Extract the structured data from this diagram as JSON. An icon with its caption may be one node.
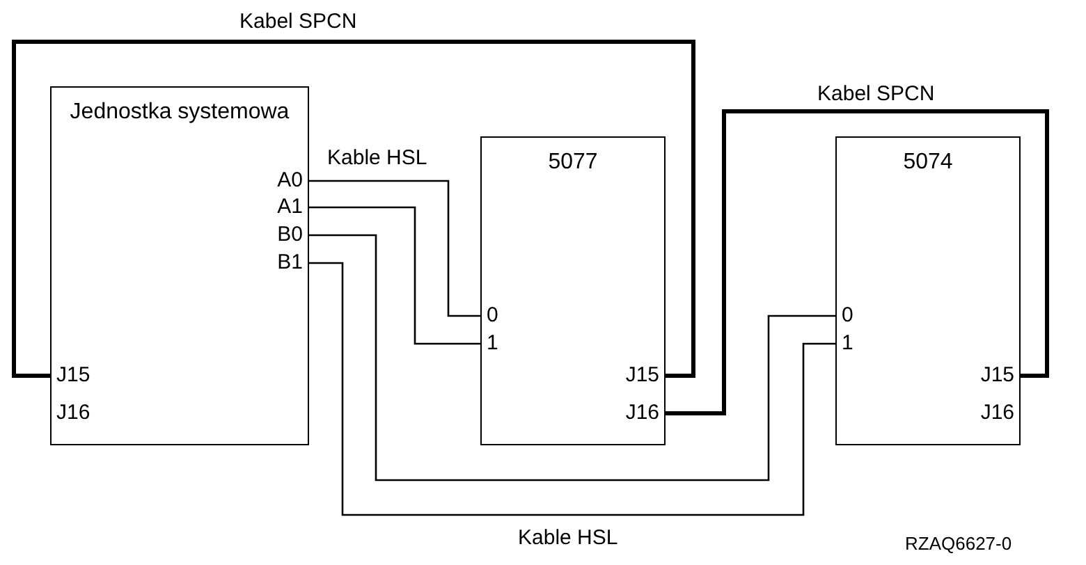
{
  "diagram": {
    "nodes": [
      {
        "text": [
          "Jednostka systemowa"
        ]
      },
      {
        "text": [
          "A0"
        ],
        "in": 0
      },
      {
        "text": [
          "A1"
        ],
        "in": 0
      },
      {
        "text": [
          "B0"
        ],
        "in": 0
      },
      {
        "text": [
          "B1"
        ],
        "in": 0
      },
      {
        "text": [
          "J15"
        ],
        "in": 0
      },
      {
        "text": [
          "J16"
        ],
        "in": 0
      },
      {
        "text": [
          "5077"
        ]
      },
      {
        "text": [
          "0"
        ],
        "in": 7
      },
      {
        "text": [
          "1"
        ],
        "in": 7
      },
      {
        "text": [
          "J15"
        ],
        "in": 7
      },
      {
        "text": [
          "J16"
        ],
        "in": 7
      },
      {
        "text": [
          "5074"
        ]
      },
      {
        "text": [
          "0"
        ],
        "in": 12
      },
      {
        "text": [
          "1"
        ],
        "in": 12
      },
      {
        "text": [
          "J15"
        ],
        "in": 12
      },
      {
        "text": [
          "J16"
        ],
        "in": 12
      }
    ],
    "edges": [
      {
        "from": 1,
        "to": 8,
        "arrow": "none",
        "label": "Kable HSL"
      },
      {
        "from": 2,
        "to": 9,
        "arrow": "none"
      },
      {
        "from": 3,
        "to": 13,
        "arrow": "none"
      },
      {
        "from": 4,
        "to": 14,
        "arrow": "none",
        "label": "Kable HSL"
      },
      {
        "from": 5,
        "to": 10,
        "arrow": "none",
        "label": "Kabel SPCN",
        "style": "thick"
      },
      {
        "from": 11,
        "to": 15,
        "arrow": "none",
        "label": "Kabel SPCN",
        "style": "thick"
      }
    ],
    "labels": [
      "RZAQ6627-0"
    ]
  }
}
